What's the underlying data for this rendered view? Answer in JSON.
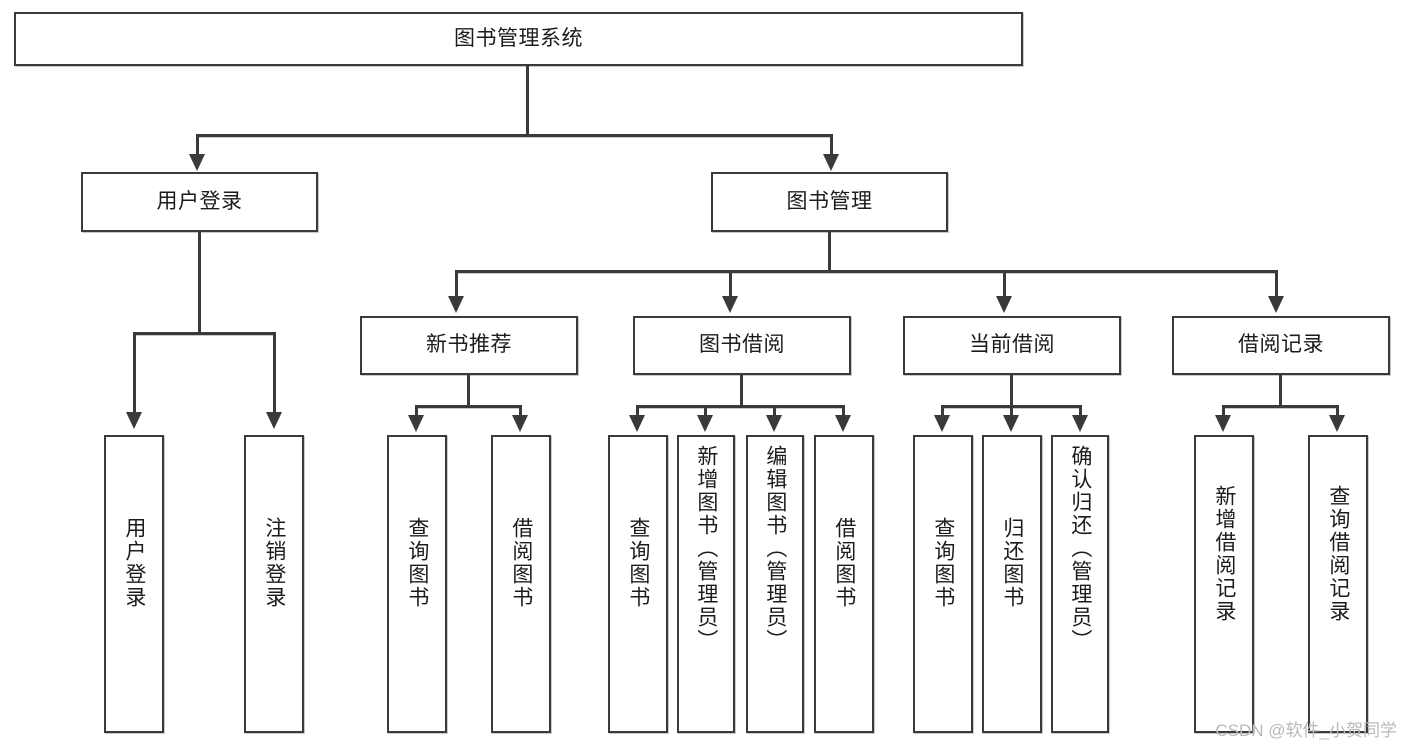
{
  "diagram": {
    "title": "图书管理系统",
    "watermark": "CSDN @软件_小贺同学",
    "colors": {
      "stroke": "#3a3a3a",
      "fill": "#ffffff",
      "text": "#1c1c1c",
      "shadow": "#c9c9c9",
      "watermark": "#b9b9b9"
    }
  },
  "nodes": {
    "root": {
      "label": "图书管理系统"
    },
    "level2": [
      {
        "label": "用户登录"
      },
      {
        "label": "图书管理"
      }
    ],
    "level3": [
      {
        "label": "新书推荐"
      },
      {
        "label": "图书借阅"
      },
      {
        "label": "当前借阅"
      },
      {
        "label": "借阅记录"
      }
    ],
    "leaves": {
      "user_login": [
        {
          "label": "用户登录"
        },
        {
          "label": "注销登录"
        }
      ],
      "new_book": [
        {
          "label": "查询图书"
        },
        {
          "label": "借阅图书"
        }
      ],
      "book_borrow": [
        {
          "label": "查询图书"
        },
        {
          "label": "新增图书（管理员）"
        },
        {
          "label": "编辑图书（管理员）"
        },
        {
          "label": "借阅图书"
        }
      ],
      "current_borrow": [
        {
          "label": "查询图书"
        },
        {
          "label": "归还图书"
        },
        {
          "label": "确认归还（管理员）"
        }
      ],
      "borrow_record": [
        {
          "label": "新增借阅记录"
        },
        {
          "label": "查询借阅记录"
        }
      ]
    }
  }
}
